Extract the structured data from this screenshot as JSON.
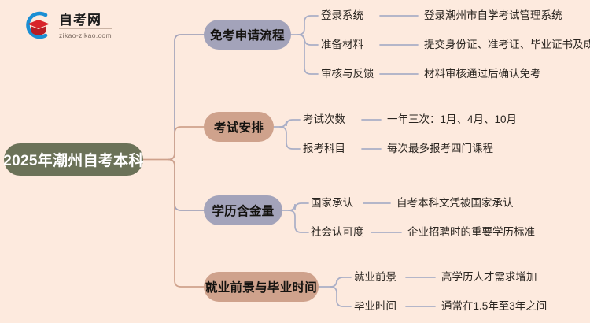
{
  "background_color": "#fdeade",
  "logo": {
    "icon": "graduation-cap-logo-icon",
    "title": "自考网",
    "subtitle": "zikao-zikao.com",
    "arc_color": "#1b8fd4",
    "cap_color": "#d8232a"
  },
  "mindmap": {
    "root": {
      "label": "2025年潮州自考本科",
      "color": "#6b7258",
      "text_color": "#ffffff"
    },
    "branches": [
      {
        "label": "免考申请流程",
        "color": "#a3a3ba",
        "children": [
          {
            "key": "登录系统",
            "value": "登录潮州市自学考试管理系统"
          },
          {
            "key": "准备材料",
            "value": "提交身份证、准考证、毕业证书及成绩表"
          },
          {
            "key": "审核与反馈",
            "value": "材料审核通过后确认免考"
          }
        ]
      },
      {
        "label": "考试安排",
        "color": "#cfa28c",
        "children": [
          {
            "key": "考试次数",
            "value": "一年三次：1月、4月、10月"
          },
          {
            "key": "报考科目",
            "value": "每次最多报考四门课程"
          }
        ]
      },
      {
        "label": "学历含金量",
        "color": "#a3a3ba",
        "children": [
          {
            "key": "国家承认",
            "value": "自考本科文凭被国家承认"
          },
          {
            "key": "社会认可度",
            "value": "企业招聘时的重要学历标准"
          }
        ]
      },
      {
        "label": "就业前景与毕业时间",
        "color": "#cfa28c",
        "children": [
          {
            "key": "就业前景",
            "value": "高学历人才需求增加"
          },
          {
            "key": "毕业时间",
            "value": "通常在1.5年至3年之间"
          }
        ]
      }
    ]
  }
}
